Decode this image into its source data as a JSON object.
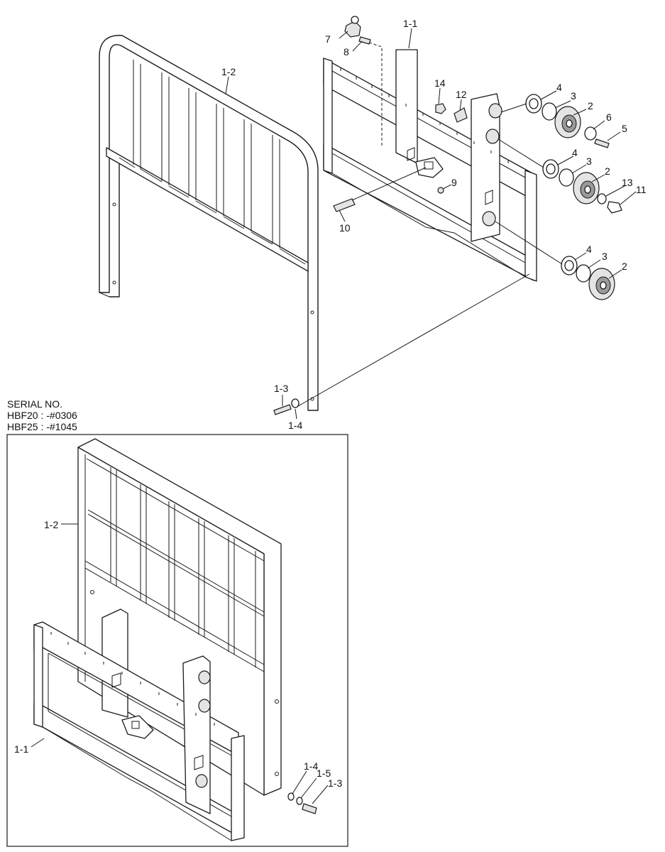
{
  "callouts": {
    "c1_1": "1-1",
    "c1_2": "1-2",
    "c1_3": "1-3",
    "c1_4": "1-4",
    "c2a": "2",
    "c2b": "2",
    "c2c": "2",
    "c3a": "3",
    "c3b": "3",
    "c3c": "3",
    "c4a": "4",
    "c4b": "4",
    "c4c": "4",
    "c5": "5",
    "c6": "6",
    "c7": "7",
    "c8": "8",
    "c9": "9",
    "c10": "10",
    "c11": "11",
    "c12": "12",
    "c13": "13",
    "c14": "14"
  },
  "serial": {
    "title": "SERIAL NO.",
    "line1": "HBF20 : -#0306",
    "line2": "HBF25 : -#1045"
  },
  "inset_callouts": {
    "c1_1": "1-1",
    "c1_2": "1-2",
    "c1_3": "1-3",
    "c1_4": "1-4",
    "c1_5": "1-5"
  }
}
